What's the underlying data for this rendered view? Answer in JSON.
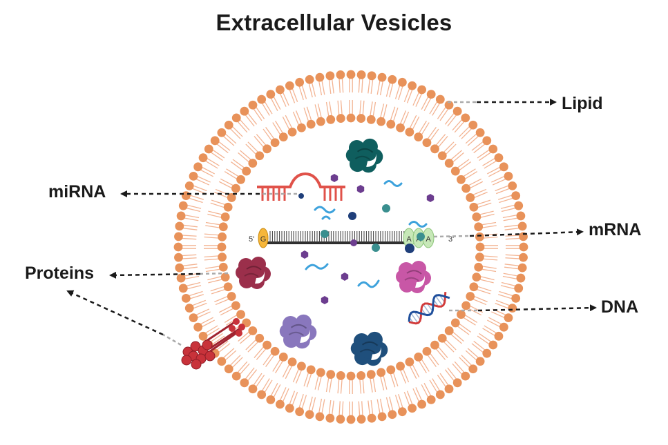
{
  "title": "Extracellular Vesicles",
  "labels": {
    "lipid": "Lipid",
    "mirna": "miRNA",
    "mrna": "mRNA",
    "proteins": "Proteins",
    "dna": "DNA"
  },
  "mrna_strand": {
    "five_prime": "5'",
    "cap": "G",
    "three_prime": "3'",
    "poly_a": [
      "A",
      "A",
      "A"
    ]
  },
  "colors": {
    "lipid_head": "#e8925a",
    "lipid_tail": "#f3b493",
    "mirna": "#e0524a",
    "rna_fragment": "#3da2dc",
    "teal_protein": "#0f5e5e",
    "crimson_protein": "#9b2f4b",
    "pink_protein": "#c857a6",
    "lavender_protein": "#8977bd",
    "navy_protein": "#1f4f7c",
    "membrane_protein": "#c8323a",
    "arrow": "#1a1a1a",
    "pointer": "#aaaaaa"
  }
}
